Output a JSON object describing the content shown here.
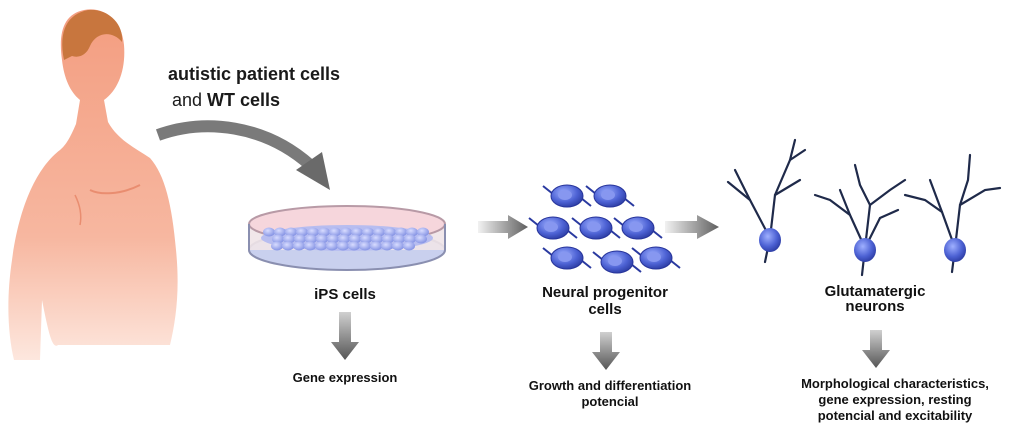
{
  "source": {
    "line1_a": "autistic",
    "line1_b": " patient cells",
    "line2_a": "and ",
    "line2_b": "WT cells"
  },
  "stages": [
    {
      "title": "iPS cells",
      "assay": "Gene expression"
    },
    {
      "title_line1": "Neural progenitor",
      "title_line2": "cells",
      "assay_line1": "Growth and differentiation",
      "assay_line2": "potencial"
    },
    {
      "title_line1": "Glutamatergic",
      "title_line2": "neurons",
      "assay_line1": "Morphological characteristics,",
      "assay_line2": "gene expression, resting",
      "assay_line3": "potencial and excitability"
    }
  ],
  "colors": {
    "skin": "#f4a98c",
    "arrow": "#6e6e6e",
    "cell": "#4a5fd0",
    "neuron": "#1f2a4a",
    "dish_cells": "#9aa6ea"
  }
}
